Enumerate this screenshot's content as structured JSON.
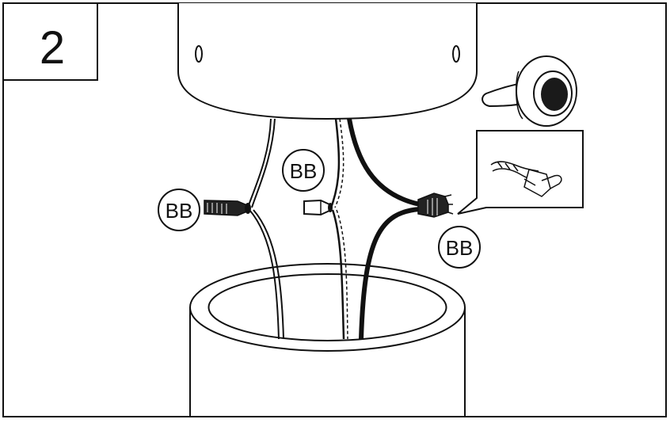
{
  "step": {
    "number": "2"
  },
  "labels": {
    "connector_left": "BB",
    "connector_center": "BB",
    "connector_right": "BB"
  },
  "icons": {
    "tape": "electrical-tape-icon",
    "detail": "twisted-wire-connector-icon"
  },
  "colors": {
    "line": "#111111",
    "background": "#ffffff",
    "fill_dark": "#1a1a1a"
  }
}
